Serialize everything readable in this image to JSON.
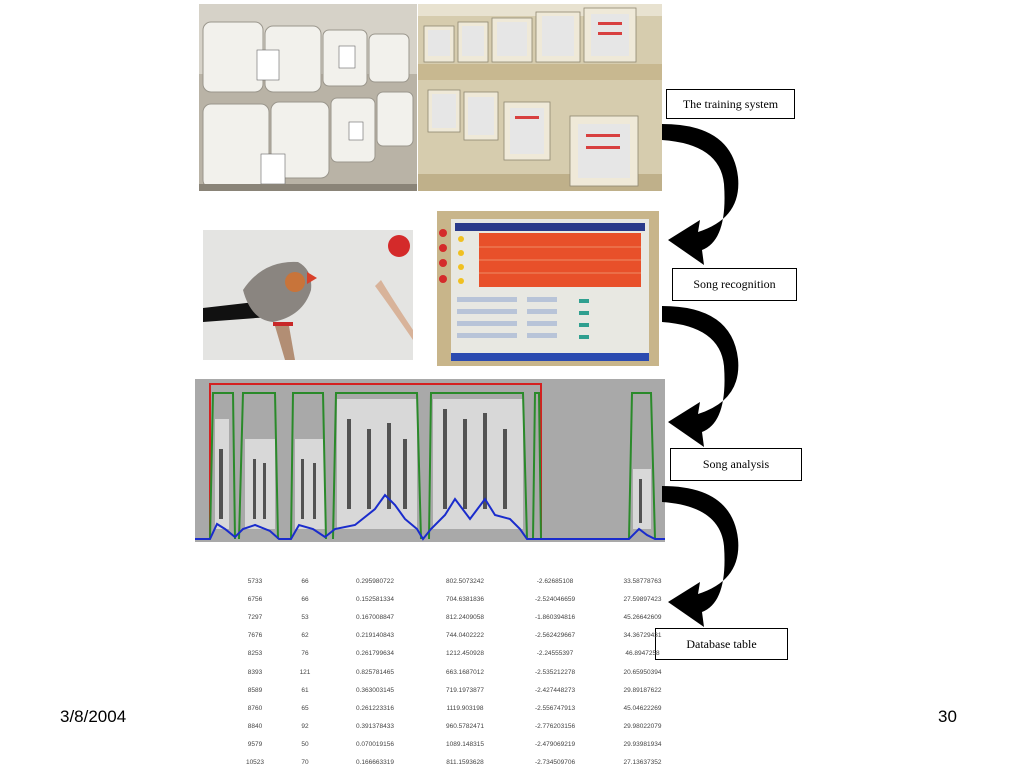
{
  "slide": {
    "date": "3/8/2004",
    "page_number": "30"
  },
  "labels": {
    "training": "The training system",
    "recognition": "Song recognition",
    "analysis": "Song analysis",
    "database": "Database table"
  },
  "photos": {
    "cages": "sound-isolation-cages-photo",
    "computers": "computer-workstations-photo",
    "bird": "zebra-finch-photo",
    "recognition_screen": "song-recognition-monitor-photo",
    "spectrogram": "song-spectrogram-image"
  },
  "table": {
    "rows": [
      [
        "5733",
        "66",
        "0.295980722",
        "802.5073242",
        "-2.62685108",
        "33.58778763"
      ],
      [
        "6756",
        "66",
        "0.152581334",
        "704.6381836",
        "-2.524046659",
        "27.59897423"
      ],
      [
        "7297",
        "53",
        "0.167008847",
        "812.2409058",
        "-1.860394816",
        "45.26642609"
      ],
      [
        "7676",
        "62",
        "0.219140843",
        "744.0402222",
        "-2.562429667",
        "34.36729431"
      ],
      [
        "8253",
        "76",
        "0.261799634",
        "1212.450928",
        "-2.24555397",
        "46.8947258"
      ],
      [
        "8393",
        "121",
        "0.825781465",
        "663.1687012",
        "-2.535212278",
        "20.65950394"
      ],
      [
        "8589",
        "61",
        "0.363003145",
        "719.1973877",
        "-2.427448273",
        "29.89187622"
      ],
      [
        "8760",
        "65",
        "0.261223316",
        "1119.903198",
        "-2.556747913",
        "45.04622269"
      ],
      [
        "8840",
        "92",
        "0.391378433",
        "960.5782471",
        "-2.776203156",
        "29.98022079"
      ],
      [
        "9579",
        "50",
        "0.070019156",
        "1089.148315",
        "-2.479069219",
        "29.93981934"
      ],
      [
        "10523",
        "70",
        "0.166663319",
        "811.1593628",
        "-2.734509706",
        "27.13637352"
      ]
    ]
  },
  "colors": {
    "arrow": "#000000",
    "segment_outline": "#2a8a2a",
    "song_bound": "#d42020",
    "amplitude_trace": "#1a2ccc",
    "recognition_panel": "#e8502a"
  }
}
